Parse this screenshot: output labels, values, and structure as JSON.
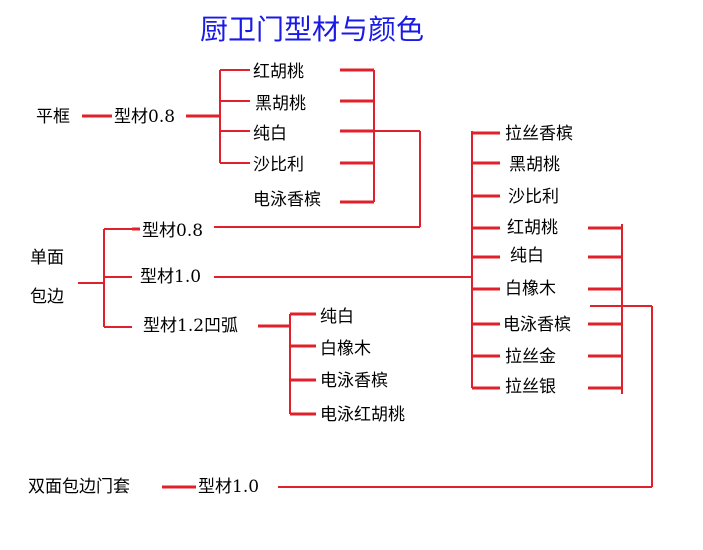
{
  "title": "厨卫门型材与颜色",
  "colors": {
    "line": "#e0202a",
    "title": "#1a1ae6",
    "text": "#000000"
  },
  "labels": {
    "pingkuang": "平框",
    "xingcai08_a": "型材0.8",
    "danmian": "单面",
    "baobian": "包边",
    "xingcai08_b": "型材0.8",
    "xingcai10_a": "型材1.0",
    "xingcai12": "型材1.2凹弧",
    "shuangmian": "双面包边门套",
    "xingcai10_b": "型材1.0"
  },
  "group1": [
    "红胡桃",
    "黑胡桃",
    "纯白",
    "沙比利",
    "电泳香槟"
  ],
  "group2": [
    "纯白",
    "白橡木",
    "电泳香槟",
    "电泳红胡桃"
  ],
  "group3": [
    "拉丝香槟",
    "黑胡桃",
    "沙比利",
    "红胡桃",
    "纯白",
    "白橡木",
    "电泳香槟",
    "拉丝金",
    "拉丝银"
  ]
}
